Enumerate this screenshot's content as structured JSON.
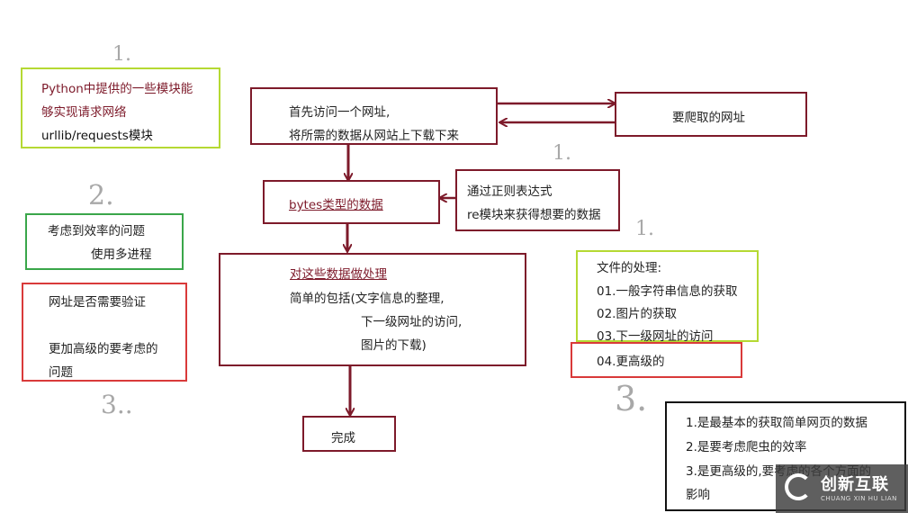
{
  "labels": {
    "one_a": "1.",
    "two": "2.",
    "three_a": "3..",
    "one_b": "1.",
    "one_c": "1.",
    "three_b": "3."
  },
  "python_box": {
    "line1": "Python中提供的一些模块能",
    "line2": "够实现请求网络",
    "line3": "urllib/requests模块"
  },
  "efficiency_box": {
    "line1": "考虑到效率的问题",
    "line2": "使用多进程"
  },
  "verify_box": {
    "line1": "网址是否需要验证",
    "line2": "更加高级的要考虑的",
    "line3": "问题"
  },
  "visit_box": {
    "line1": "首先访问一个网址,",
    "line2": "将所需的数据从网站上下载下来"
  },
  "target_box": {
    "label": "要爬取的网址"
  },
  "bytes_box": {
    "label": "bytes类型的数据"
  },
  "regex_box": {
    "line1": "通过正则表达式",
    "line2": "re模块来获得想要的数据"
  },
  "process_box": {
    "title": "对这些数据做处理",
    "line2": "简单的包括(文字信息的整理,",
    "line3": "下一级网址的访问,",
    "line4": "图片的下载)"
  },
  "done_box": {
    "label": "完成"
  },
  "file_box": {
    "title": "文件的处理:",
    "item1": "01.一般字符串信息的获取",
    "item2": "02.图片的获取",
    "item3": "03.下一级网址的访问"
  },
  "advanced_box": {
    "label": "04.更高级的"
  },
  "summary_box": {
    "line1": "1.是最基本的获取简单网页的数据",
    "line2": "2.是要考虑爬虫的效率",
    "line3": "3.是更高级的,要考虑的各个方面的",
    "line4": "影响"
  },
  "watermark": {
    "cn": "创新互联",
    "en": "CHUANG XIN HU LIAN"
  },
  "colors": {
    "maroon": "#7d1a2a",
    "lime": "#b5d933",
    "green": "#3aa64a",
    "red": "#d93a3a",
    "black": "#111111"
  }
}
